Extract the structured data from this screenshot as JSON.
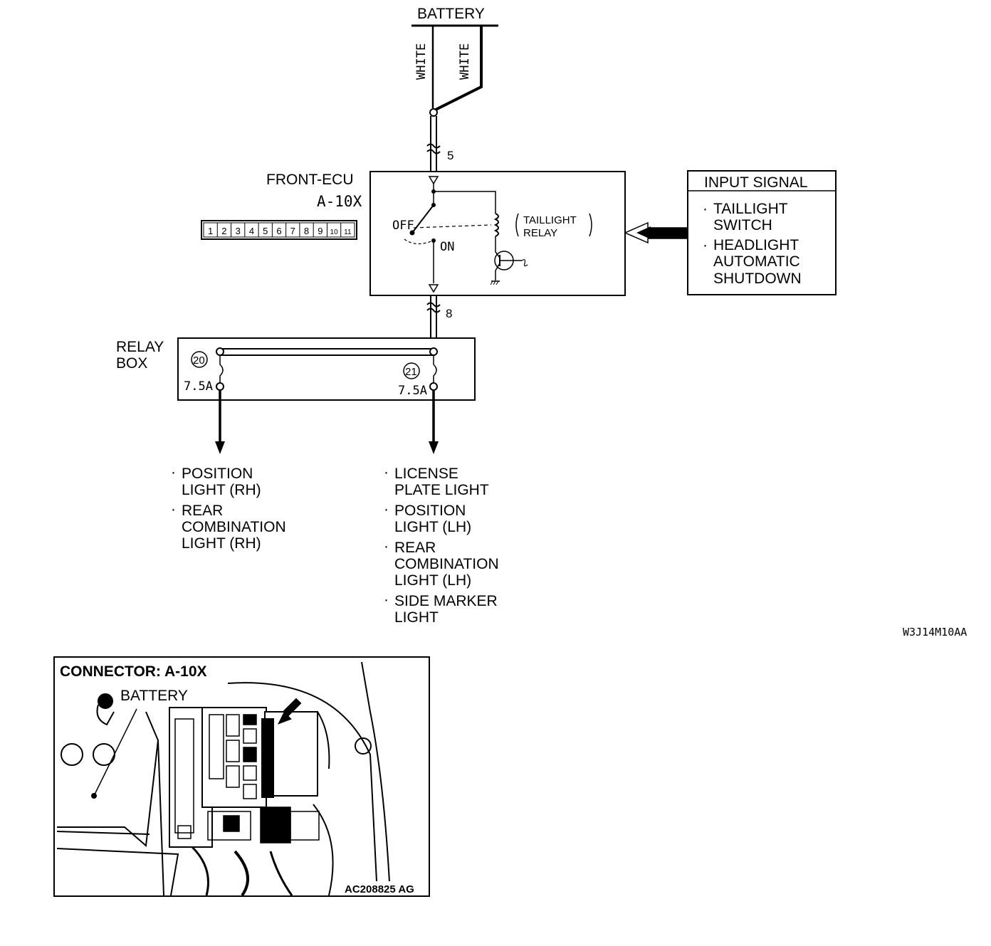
{
  "battery": {
    "label": "BATTERY",
    "wire_left": "WHITE",
    "wire_right": "WHITE"
  },
  "ecu": {
    "name": "FRONT-ECU",
    "connector": "A-10X",
    "pins": [
      "1",
      "2",
      "3",
      "4",
      "5",
      "6",
      "7",
      "8",
      "9",
      "10",
      "11"
    ],
    "pin_in": "5",
    "pin_out": "8",
    "switch_off": "OFF",
    "switch_on": "ON",
    "relay_line1": "TAILLIGHT",
    "relay_line2": "RELAY"
  },
  "input_signal": {
    "title": "INPUT SIGNAL",
    "items": [
      {
        "line1": "TAILLIGHT",
        "line2": "SWITCH",
        "line3": ""
      },
      {
        "line1": "HEADLIGHT",
        "line2": "AUTOMATIC",
        "line3": "SHUTDOWN"
      }
    ]
  },
  "relay_box": {
    "line1": "RELAY",
    "line2": "BOX",
    "fuse_left_no": "20",
    "fuse_right_no": "21",
    "fuse_left_rating": "7.5A",
    "fuse_right_rating": "7.5A"
  },
  "outputs_left": [
    {
      "line1": "POSITION",
      "line2": "LIGHT (RH)",
      "line3": ""
    },
    {
      "line1": "REAR",
      "line2": "COMBINATION",
      "line3": "LIGHT (RH)"
    }
  ],
  "outputs_right": [
    {
      "line1": "LICENSE",
      "line2": "PLATE LIGHT",
      "line3": ""
    },
    {
      "line1": "POSITION",
      "line2": "LIGHT (LH)",
      "line3": ""
    },
    {
      "line1": "REAR",
      "line2": "COMBINATION",
      "line3": "LIGHT (LH)"
    },
    {
      "line1": "SIDE MARKER",
      "line2": "LIGHT",
      "line3": ""
    }
  ],
  "figure_code": "W3J14M10AA",
  "connector_photo": {
    "title": "CONNECTOR: A-10X",
    "battery_label": "BATTERY",
    "code": "AC208825 AG"
  }
}
